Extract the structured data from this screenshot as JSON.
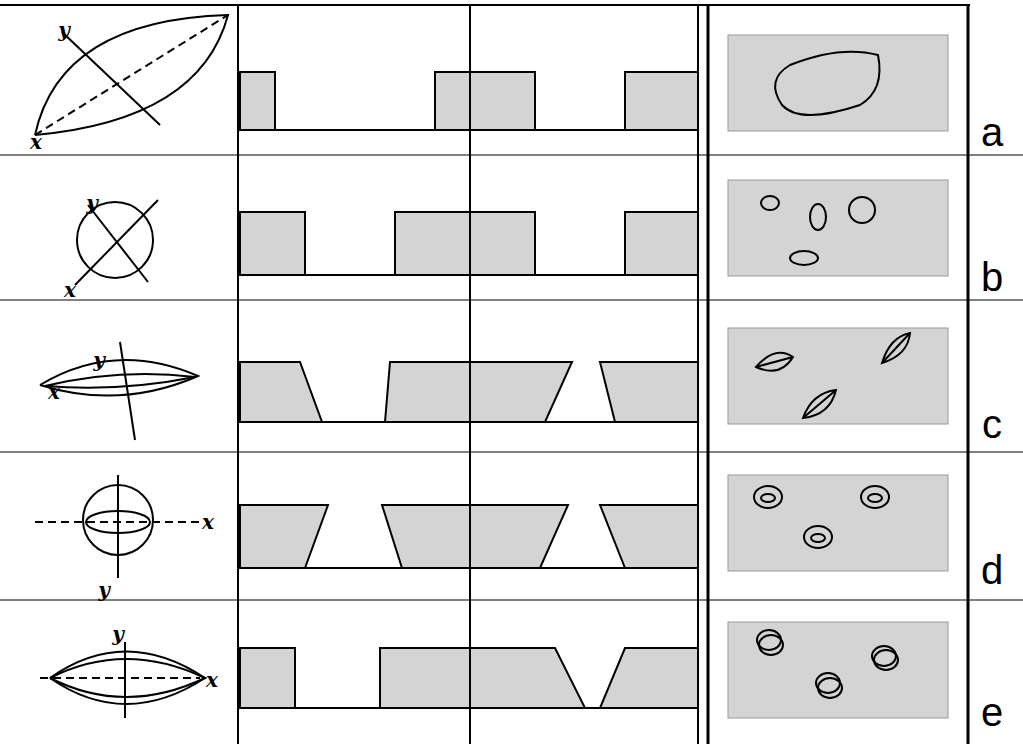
{
  "diagram": {
    "labels": [
      "y",
      "x",
      "a",
      "y",
      "x",
      "b",
      "y",
      "x",
      "c",
      "x",
      "y",
      "d",
      "y",
      "x",
      "e"
    ]
  }
}
